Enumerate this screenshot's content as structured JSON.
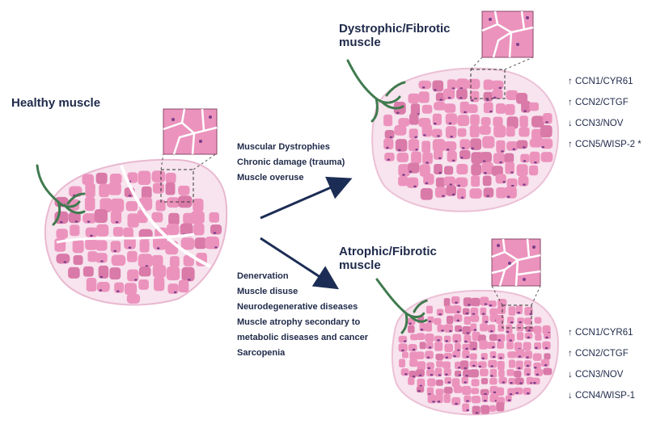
{
  "healthy": {
    "title": "Healthy muscle"
  },
  "dystrophic": {
    "title_line1": "Dystrophic/Fibrotic",
    "title_line2": "muscle",
    "causes": [
      "Muscular Dystrophies",
      "Chronic damage (trauma)",
      "Muscle overuse"
    ],
    "markers": [
      "↑ CCN1/CYR61",
      "↑ CCN2/CTGF",
      "↓ CCN3/NOV",
      "↑ CCN5/WISP-2 *"
    ]
  },
  "atrophic": {
    "title_line1": "Atrophic/Fibrotic",
    "title_line2": "muscle",
    "causes": [
      "Denervation",
      "Muscle disuse",
      "Neurodegenerative diseases",
      "Muscle atrophy secondary to",
      "metabolic diseases and cancer",
      "Sarcopenia"
    ],
    "markers": [
      "↑ CCN1/CYR61",
      "↑ CCN2/CTGF",
      "↓ CCN3/NOV",
      "↓ CCN4/WISP-1"
    ]
  },
  "colors": {
    "fiber": "#eb93bd",
    "fiber_dark": "#d97aa9",
    "bg_tissue": "#f7e4ee",
    "nerve": "#3f7a4e",
    "arrow": "#1c2d55",
    "text": "#1f2a4a"
  },
  "icons": [
    "nerve-icon",
    "arrow-icon",
    "zoom-inset-icon"
  ]
}
